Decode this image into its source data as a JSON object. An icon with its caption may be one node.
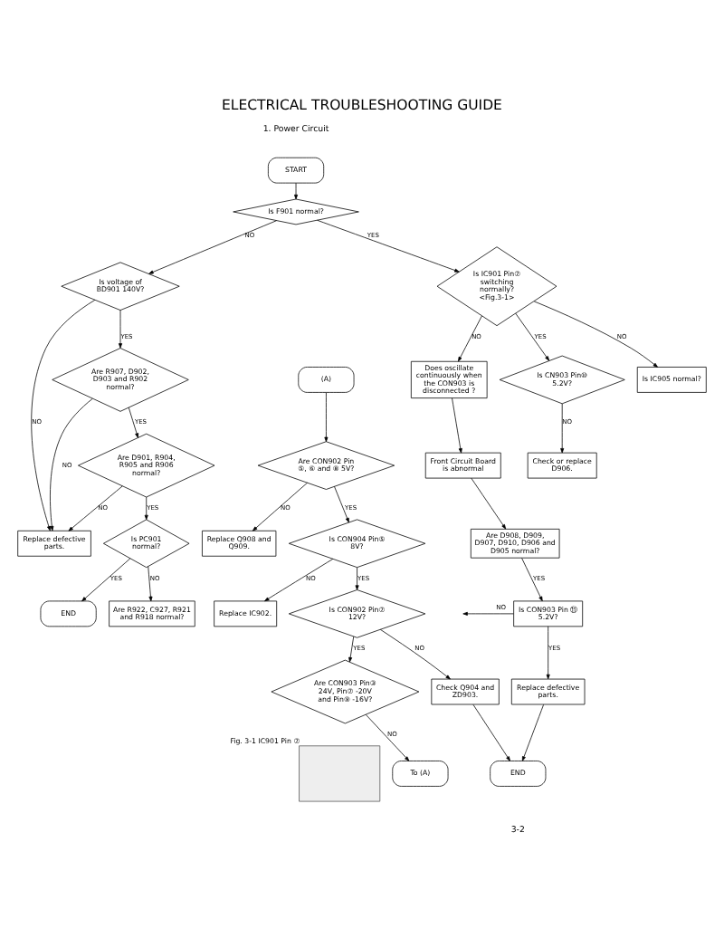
{
  "diagram": {
    "title": "ELECTRICAL TROUBLESHOOTING GUIDE",
    "nodes": [
      {
        "text": [
          "START"
        ]
      },
      {
        "text": [
          "Is F901 normal?"
        ]
      },
      {
        "text": [
          "Is voltage of BD901 140V?"
        ]
      },
      {
        "text": [
          "Is IC901 Pin⑦ switching normally? <Fig.3-1>"
        ]
      },
      {
        "text": [
          "Is IC905 normal?"
        ]
      },
      {
        "text": [
          "Are R907, D902, D903 and R902 normal?"
        ]
      },
      {
        "text": [
          "Does oscillate continuously when the CON903 is disconnected ?"
        ]
      },
      {
        "text": [
          "Is CN903 Pin⑩ 5.2V?"
        ]
      },
      {
        "text": [
          "Check or replace D906."
        ]
      },
      {
        "text": [
          "Are D901, R904, R905 and R906 normal?"
        ]
      },
      {
        "text": [
          "Front Circuit Board is abnormal"
        ]
      },
      {
        "text": [
          "Are R922, C927, R921 and R918 normal?"
        ]
      },
      {
        "text": [
          "Is PC901 normal?"
        ]
      },
      {
        "text": [
          "END"
        ]
      },
      {
        "text": [
          "Are D908, D909, D907, D910, D906 and D905 normal?"
        ]
      },
      {
        "text": [
          "(A)"
        ]
      },
      {
        "text": [
          "Are CON902 Pin ⑤, ⑥ and ⑧ 5V?"
        ]
      },
      {
        "text": [
          "Replace defective parts."
        ]
      },
      {
        "text": [
          "Replace Q908 and Q909."
        ]
      },
      {
        "text": [
          "Is CON903 Pin ⑪ 5.2V?"
        ]
      },
      {
        "text": [
          "Is CON904 Pin⑤ 8V?"
        ]
      },
      {
        "text": [
          "Replace IC902."
        ]
      },
      {
        "text": [
          "Is CON902 Pin⑦ 12V?"
        ]
      },
      {
        "text": [
          "To (A)"
        ]
      },
      {
        "text": [
          "Replace defective parts."
        ]
      },
      {
        "text": [
          "Check Q904 and ZD903."
        ]
      },
      {
        "text": [
          "Are CON903 Pin③ 24V, Pin⑦ -20V and Pin⑨ -16V?"
        ]
      },
      {
        "text": [
          "END"
        ]
      },
      {
        "text": [],
        "shape": "box",
        "beside": [
          "Fig. 3-1 IC901 Pin ⑦"
        ]
      }
    ],
    "edges": [
      {
        "from": 0,
        "to": 1,
        "arrow": "to"
      },
      {
        "from": 1,
        "to": 2,
        "arrow": "to",
        "label": "NO"
      },
      {
        "from": 1,
        "to": 3,
        "arrow": "to",
        "label": "YES"
      },
      {
        "from": 2,
        "to": 5,
        "arrow": "to",
        "label": "YES"
      },
      {
        "from": 2,
        "to": 17,
        "arrow": "to",
        "label": "NO"
      },
      {
        "from": 3,
        "to": 6,
        "arrow": "to",
        "label": "NO"
      },
      {
        "from": 3,
        "to": 4,
        "arrow": "to",
        "label": "NO"
      },
      {
        "from": 3,
        "to": 7,
        "arrow": "to",
        "label": "YES"
      },
      {
        "from": 5,
        "to": 9,
        "arrow": "to",
        "label": "YES"
      },
      {
        "from": 5,
        "to": 17,
        "arrow": "to",
        "label": "NO"
      },
      {
        "from": 7,
        "to": 8,
        "arrow": "to",
        "label": "NO"
      },
      {
        "from": 9,
        "to": 12,
        "arrow": "to",
        "label": "YES"
      },
      {
        "from": 9,
        "to": 17,
        "arrow": "to",
        "label": "NO"
      },
      {
        "from": 6,
        "to": 10,
        "arrow": "to"
      },
      {
        "from": 12,
        "to": 11,
        "arrow": "to",
        "label": "NO"
      },
      {
        "from": 12,
        "to": 13,
        "arrow": "to",
        "label": "YES"
      },
      {
        "from": 10,
        "to": 14,
        "arrow": "to"
      },
      {
        "from": 15,
        "to": 16,
        "arrow": "to"
      },
      {
        "from": 16,
        "to": 18,
        "arrow": "to",
        "label": "NO"
      },
      {
        "from": 16,
        "to": 20,
        "arrow": "to",
        "label": "YES"
      },
      {
        "from": 14,
        "to": 19,
        "arrow": "to",
        "label": "YES"
      },
      {
        "from": 19,
        "to": null,
        "arrow": "to",
        "label": "NO"
      },
      {
        "from": 20,
        "to": 21,
        "arrow": "to",
        "label": "NO"
      },
      {
        "from": 20,
        "to": 22,
        "arrow": "to",
        "label": "YES"
      },
      {
        "from": 19,
        "to": 24,
        "arrow": "to",
        "label": "YES"
      },
      {
        "from": 22,
        "to": 25,
        "arrow": "to",
        "label": "NO"
      },
      {
        "from": 22,
        "to": 26,
        "arrow": "to",
        "label": "YES"
      },
      {
        "from": 26,
        "to": 23,
        "arrow": "to",
        "label": "NO"
      },
      {
        "from": 24,
        "to": 27,
        "arrow": "to"
      },
      {
        "from": 25,
        "to": 27,
        "arrow": "to"
      }
    ],
    "labels": [
      "1. Power Circuit",
      "3-2"
    ]
  }
}
